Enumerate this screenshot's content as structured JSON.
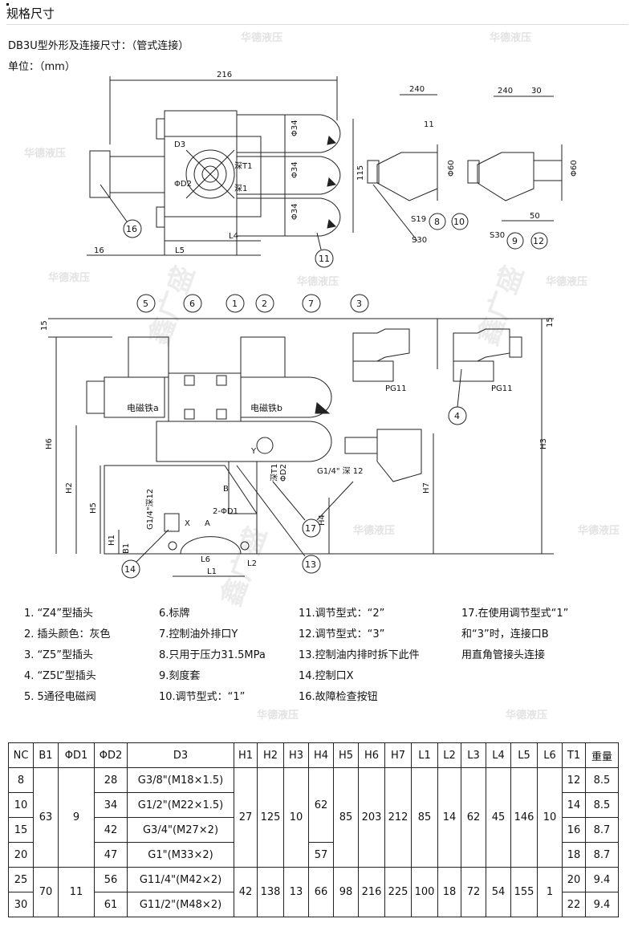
{
  "header": {
    "title": "规格尺寸",
    "subtitle": "DB3U型外形及连接尺寸：（管式连接）",
    "unit": "单位：（mm）"
  },
  "watermark": {
    "text": "华德液压",
    "brand": "鑫广盛"
  },
  "drawing_top": {
    "dim_216": "216",
    "dim_115": "115",
    "dim_16": "16",
    "dim_L4": "L4",
    "dim_L5": "L5",
    "dim_phi34": "Φ34",
    "label_D3": "D3",
    "label_T1": "深T1",
    "label_D2": "ΦD2",
    "label_deep1": "深1",
    "balloon_16": "16",
    "balloon_11": "11",
    "side_240a": "240",
    "side_11": "11",
    "side_phi60a": "Φ60",
    "side_s19": "S19",
    "side_s30a": "S30",
    "balloon_8": "8",
    "balloon_10": "10",
    "side_240b": "240",
    "side_30": "30",
    "side_phi60b": "Φ60",
    "side_50": "50",
    "side_s30b": "S30",
    "balloon_9": "9",
    "balloon_12": "12"
  },
  "drawing_bottom": {
    "b5": "5",
    "b6": "6",
    "b1": "1",
    "b2": "2",
    "b7": "7",
    "b3": "3",
    "b4": "4",
    "b17": "17",
    "b13": "13",
    "b14": "14",
    "solenoid_a": "电磁铁a",
    "solenoid_b": "电磁铁b",
    "dim_15a": "15",
    "dim_15b": "15",
    "dim_h6": "H6",
    "dim_h2": "H2",
    "dim_h5": "H5",
    "dim_h1": "H1",
    "dim_b1": "B1",
    "dim_h7": "H7",
    "dim_h4": "H4",
    "dim_h3": "H3",
    "dim_l1": "L1",
    "dim_l2": "L2",
    "dim_l6": "L6",
    "g14": "G1/4\"深12",
    "g14b": "G1/4\" 深 12",
    "phi_d1": "2-ΦD1",
    "port_x": "X",
    "port_y": "Y",
    "port_a": "A",
    "port_b": "B",
    "pg11a": "PG11",
    "pg11b": "PG11",
    "depth": "深T1",
    "phid2": "ΦD2"
  },
  "notes": {
    "col1": [
      "1.  “Z4”型插头",
      "2.    插头颜色：灰色",
      "3.  “Z5”型插头",
      "4.  “Z5L”型插头",
      "5.    5通径电磁阀"
    ],
    "col2": [
      "6.标牌",
      "7.控制油外排口Y",
      "8.只用于压力31.5MPa",
      "9.刻度套",
      "10.调节型式：“1”"
    ],
    "col3": [
      "11.调节型式：“2”",
      "12.调节型式：“3”",
      "13.控制油内排时拆下此件",
      "14.控制口X",
      "16.故障检查按钮"
    ],
    "col4": [
      "17.在使用调节型式“1”",
      "      和“3”时，连接口B",
      "用直角管接头连接"
    ]
  },
  "table": {
    "headers": [
      "NC",
      "B1",
      "ΦD1",
      "ΦD2",
      "D3",
      "H1",
      "H2",
      "H3",
      "H4",
      "H5",
      "H6",
      "H7",
      "L1",
      "L2",
      "L3",
      "L4",
      "L5",
      "L6",
      "T1",
      "重量"
    ],
    "group1": {
      "B1": "63",
      "D1": "9",
      "H1": "27",
      "H2": "125",
      "H3": "10",
      "H4": "62",
      "H5": "85",
      "H6": "203",
      "H7": "212",
      "L1": "85",
      "L2": "14",
      "L3": "62",
      "L4": "45",
      "L5": "146",
      "L6": "10"
    },
    "group2": {
      "B1": "70",
      "D1": "11",
      "H1": "42",
      "H2": "138",
      "H3": "13",
      "H4": "66",
      "H5": "98",
      "H6": "216",
      "H7": "225",
      "L1": "100",
      "L2": "18",
      "L3": "72",
      "L4": "54",
      "L5": "155",
      "L6": "1"
    },
    "h4_row20": "57",
    "rows": [
      {
        "NC": "8",
        "D2": "28",
        "D3": "G3/8\"(M18×1.5)",
        "T1": "12",
        "W": "8.5"
      },
      {
        "NC": "10",
        "D2": "34",
        "D3": "G1/2\"(M22×1.5)",
        "T1": "14",
        "W": "8.5"
      },
      {
        "NC": "15",
        "D2": "42",
        "D3": "G3/4\"(M27×2)",
        "T1": "16",
        "W": "8.7"
      },
      {
        "NC": "20",
        "D2": "47",
        "D3": "G1\"(M33×2)",
        "T1": "18",
        "W": "8.7"
      },
      {
        "NC": "25",
        "D2": "56",
        "D3": "G11/4\"(M42×2)",
        "T1": "20",
        "W": "9.4"
      },
      {
        "NC": "30",
        "D2": "61",
        "D3": "G11/2\"(M48×2)",
        "T1": "22",
        "W": "9.4"
      }
    ]
  }
}
